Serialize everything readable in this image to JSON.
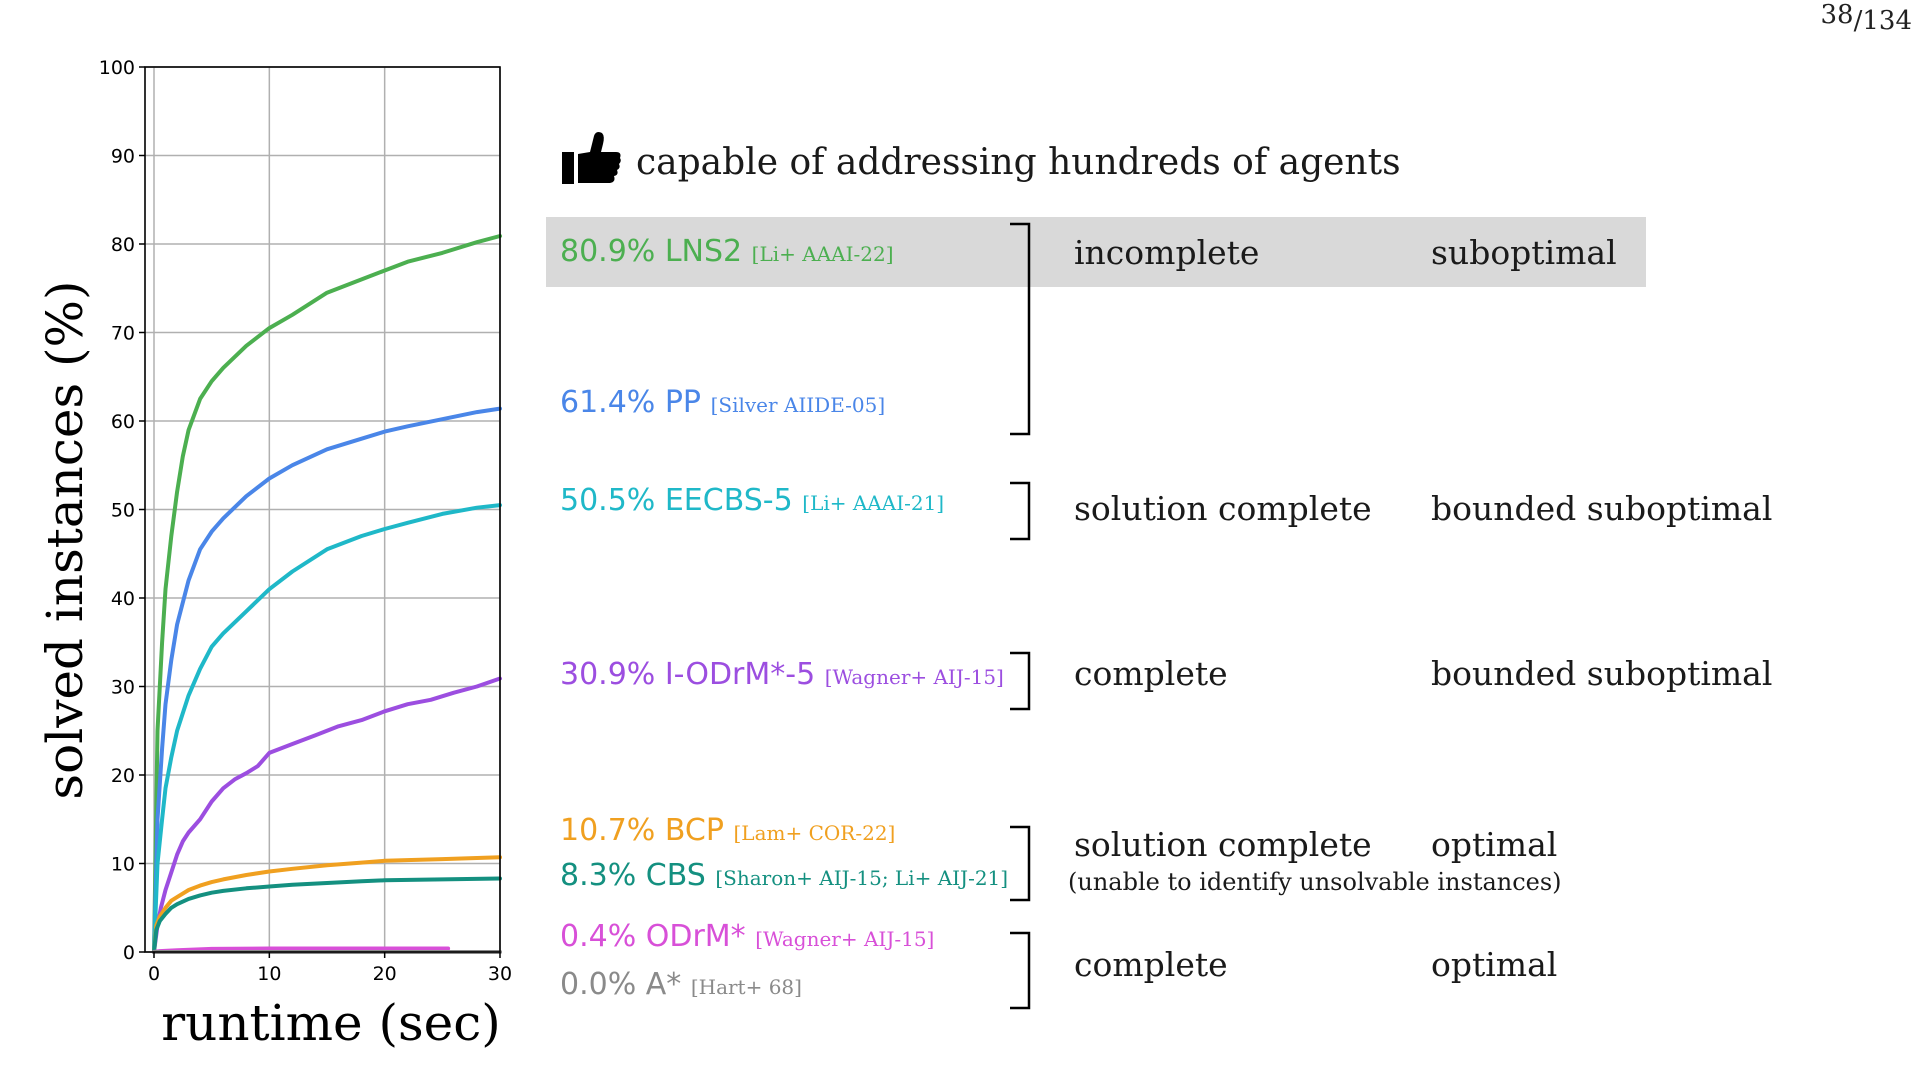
{
  "page": {
    "current": "38",
    "total": "/134"
  },
  "headline": {
    "icon": "thumbs-up-icon",
    "text": "capable of addressing hundreds of agents"
  },
  "algorithms": [
    {
      "id": "lns2",
      "pct": "80.9% LNS2",
      "cite": "[Li+ AAAI-22]",
      "color": "#4caf50"
    },
    {
      "id": "pp",
      "pct": "61.4% PP",
      "cite": "[Silver AIIDE-05]",
      "color": "#4a86e8"
    },
    {
      "id": "eecbs",
      "pct": "50.5% EECBS-5",
      "cite": "[Li+ AAAI-21]",
      "color": "#1fb8c8"
    },
    {
      "id": "iodrm",
      "pct": "30.9% I-ODrM*-5",
      "cite": "[Wagner+ AIJ-15]",
      "color": "#9c4ee0"
    },
    {
      "id": "bcp",
      "pct": "10.7% BCP",
      "cite": "[Lam+ COR-22]",
      "color": "#f0a020"
    },
    {
      "id": "cbs",
      "pct": "8.3% CBS",
      "cite": "[Sharon+ AIJ-15; Li+ AIJ-21]",
      "color": "#149080"
    },
    {
      "id": "odrm",
      "pct": "0.4% ODrM*",
      "cite": "[Wagner+ AIJ-15]",
      "color": "#d850d8"
    },
    {
      "id": "astar",
      "pct": "0.0% A*",
      "cite": "[Hart+ 68]",
      "color": "#8a8a8a"
    }
  ],
  "properties": [
    {
      "completeness": "incomplete",
      "optimality": "suboptimal"
    },
    {
      "completeness": "solution complete",
      "optimality": "bounded suboptimal"
    },
    {
      "completeness": "complete",
      "optimality": "bounded suboptimal"
    },
    {
      "completeness": "solution complete",
      "optimality": "optimal",
      "note": "(unable to identify unsolvable instances)"
    },
    {
      "completeness": "complete",
      "optimality": "optimal"
    }
  ],
  "chart_data": {
    "type": "line",
    "xlabel": "runtime (sec)",
    "ylabel": "solved instances (%)",
    "xlim": [
      0,
      30
    ],
    "ylim": [
      0,
      100
    ],
    "xticks": [
      0,
      10,
      20,
      30
    ],
    "yticks": [
      0,
      10,
      20,
      30,
      40,
      50,
      60,
      70,
      80,
      90,
      100
    ],
    "grid": true,
    "series": [
      {
        "name": "LNS2",
        "color": "#4caf50",
        "x": [
          0,
          0.3,
          0.7,
          1,
          1.5,
          2,
          2.5,
          3,
          4,
          5,
          6,
          8,
          10,
          12,
          15,
          18,
          20,
          22,
          25,
          28,
          30
        ],
        "y": [
          0,
          25,
          35,
          41,
          47,
          52,
          56,
          59,
          62.5,
          64.5,
          66,
          68.5,
          70.5,
          72,
          74.5,
          76,
          77,
          78,
          79,
          80.2,
          80.9
        ]
      },
      {
        "name": "PP",
        "color": "#4a86e8",
        "x": [
          0,
          0.3,
          0.7,
          1,
          1.5,
          2,
          3,
          4,
          5,
          6,
          8,
          10,
          12,
          15,
          18,
          20,
          22,
          25,
          28,
          30
        ],
        "y": [
          0,
          15,
          23,
          28,
          33,
          37,
          42,
          45.5,
          47.5,
          49,
          51.5,
          53.5,
          55,
          56.8,
          58,
          58.8,
          59.4,
          60.2,
          61,
          61.4
        ]
      },
      {
        "name": "EECBS-5",
        "color": "#1fb8c8",
        "x": [
          0,
          0.3,
          0.7,
          1,
          1.5,
          2,
          3,
          4,
          5,
          6,
          8,
          10,
          12,
          15,
          18,
          20,
          22,
          25,
          28,
          30
        ],
        "y": [
          0,
          10,
          15,
          18.5,
          22,
          25,
          29,
          32,
          34.5,
          36,
          38.5,
          41,
          43,
          45.5,
          47,
          47.8,
          48.5,
          49.5,
          50.2,
          50.5
        ]
      },
      {
        "name": "I-ODrM*-5",
        "color": "#9c4ee0",
        "x": [
          0,
          0.3,
          0.6,
          1,
          1.5,
          2,
          2.5,
          3,
          4,
          5,
          6,
          7,
          8,
          9,
          10,
          12,
          14,
          16,
          18,
          20,
          22,
          24,
          26,
          28,
          30
        ],
        "y": [
          0,
          3,
          5,
          7,
          9,
          11,
          12.5,
          13.5,
          15,
          17,
          18.5,
          19.5,
          20.2,
          21,
          22.5,
          23.5,
          24.5,
          25.5,
          26.2,
          27.2,
          28,
          28.5,
          29.3,
          30,
          30.9
        ]
      },
      {
        "name": "BCP",
        "color": "#f0a020",
        "x": [
          0,
          0.2,
          0.5,
          1,
          1.5,
          2,
          3,
          4,
          5,
          6,
          8,
          10,
          12,
          15,
          18,
          20,
          25,
          30
        ],
        "y": [
          0,
          3,
          4,
          5,
          5.8,
          6.2,
          7,
          7.5,
          7.9,
          8.2,
          8.7,
          9.1,
          9.4,
          9.8,
          10.1,
          10.3,
          10.5,
          10.7
        ]
      },
      {
        "name": "CBS",
        "color": "#149080",
        "x": [
          0,
          0.2,
          0.5,
          1,
          1.5,
          2,
          3,
          4,
          5,
          6,
          8,
          10,
          12,
          15,
          18,
          20,
          25,
          30
        ],
        "y": [
          0,
          2.5,
          3.5,
          4.3,
          5,
          5.4,
          6,
          6.4,
          6.7,
          6.9,
          7.2,
          7.4,
          7.6,
          7.8,
          8,
          8.1,
          8.2,
          8.3
        ]
      },
      {
        "name": "ODrM*",
        "color": "#d850d8",
        "x": [
          0,
          0.5,
          2,
          5,
          10,
          15,
          20,
          25.5
        ],
        "y": [
          0,
          0.1,
          0.2,
          0.35,
          0.4,
          0.4,
          0.4,
          0.4
        ]
      },
      {
        "name": "A*",
        "color": "#8a8a8a",
        "x": [
          0,
          30
        ],
        "y": [
          0,
          0
        ]
      }
    ]
  }
}
